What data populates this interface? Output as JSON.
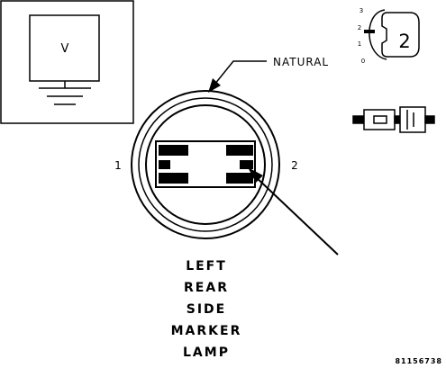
{
  "meter_box": {
    "meter_label": "V"
  },
  "connector": {
    "color_label": "NATURAL",
    "pin_left": "1",
    "pin_right": "2",
    "name_lines": [
      "LEFT",
      "REAR",
      "SIDE",
      "MARKER",
      "LAMP"
    ]
  },
  "icons": {
    "pin_scale": {
      "values": [
        "3",
        "2",
        "1",
        "0"
      ],
      "pin_number": "2"
    }
  },
  "figure_id": "81156738"
}
